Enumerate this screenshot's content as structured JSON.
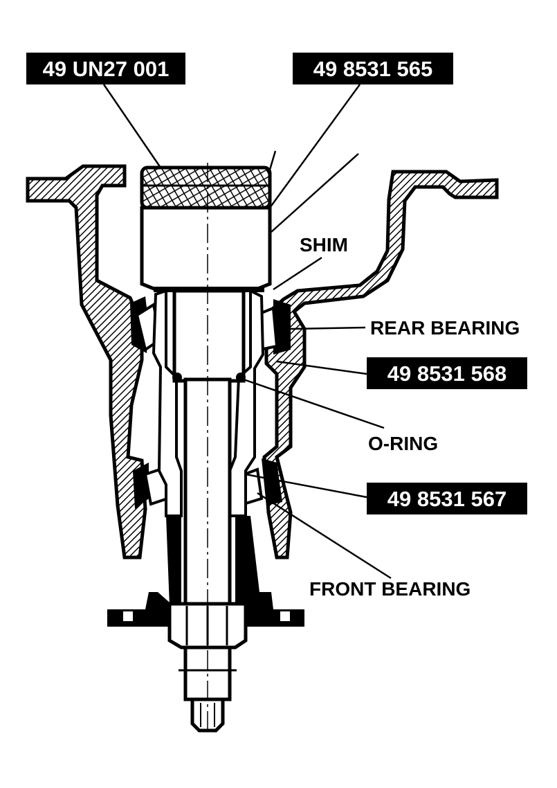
{
  "colors": {
    "ink": "#000000",
    "paper": "#ffffff"
  },
  "part_numbers": {
    "tool_top_left": "49 UN27 001",
    "tool_top_right": "49 8531 565",
    "tool_rear_race": "49 8531 568",
    "tool_front_race": "49 8531 567"
  },
  "labels": {
    "shim": "SHIM",
    "rear_bearing": "REAR BEARING",
    "o_ring": "O-RING",
    "front_bearing": "FRONT BEARING"
  }
}
